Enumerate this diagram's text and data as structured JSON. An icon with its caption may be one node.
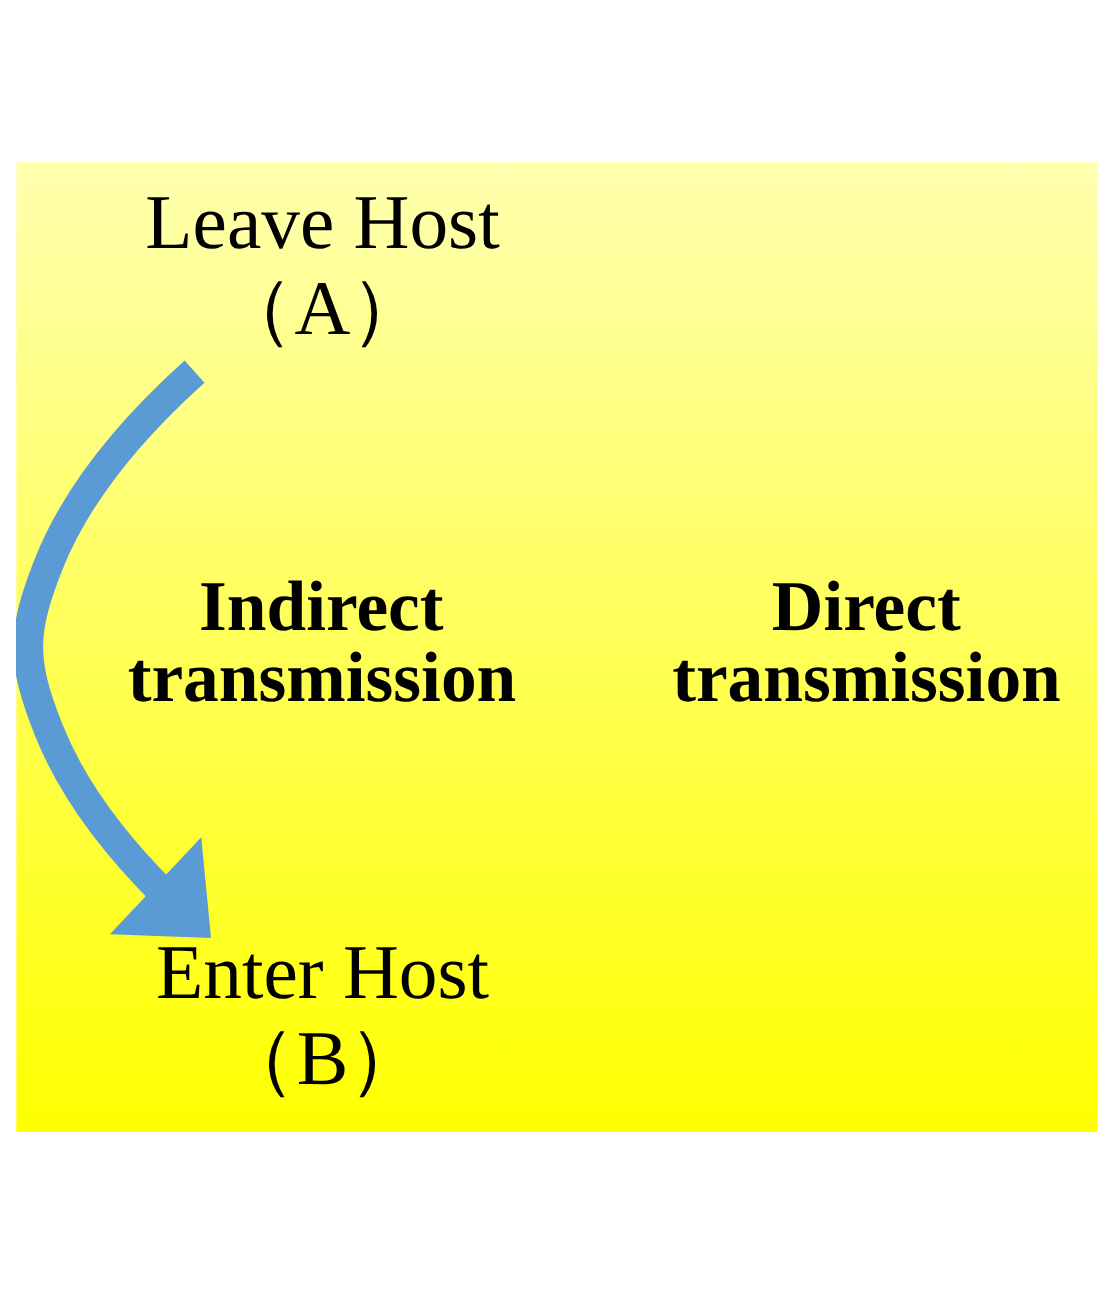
{
  "diagram": {
    "nodes": [
      {
        "text": [
          "Leave Host （A）"
        ]
      },
      {
        "text": [
          "Enter Host （B）"
        ]
      }
    ],
    "edges": [
      {
        "from": 0,
        "to": 1,
        "arrow": "to",
        "color": "#5b9bd5"
      }
    ],
    "labels": [
      "Direct transmission",
      "Indirect transmission"
    ]
  }
}
